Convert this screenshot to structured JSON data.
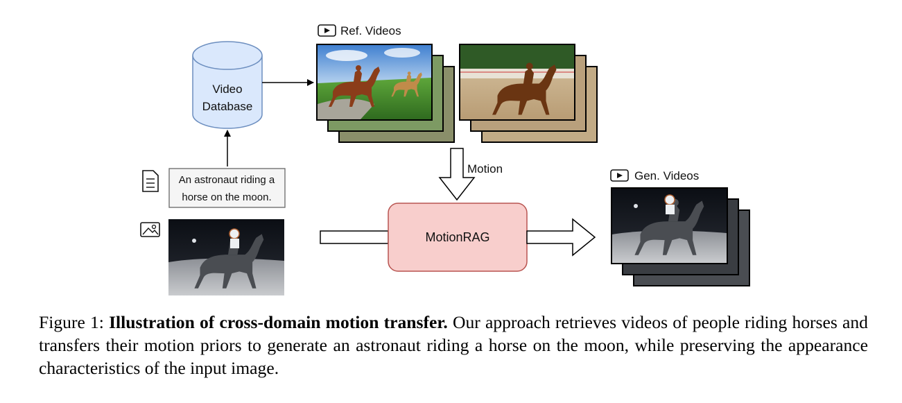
{
  "figure": {
    "database": {
      "line1": "Video",
      "line2": "Database"
    },
    "ref_videos_label": "Ref. Videos",
    "motion_label": "Motion",
    "prompt": {
      "line1": "An astronaut riding a",
      "line2": "horse on the moon."
    },
    "model_label": "MotionRAG",
    "gen_videos_label": "Gen. Videos",
    "icons": [
      "video-play-icon",
      "document-icon",
      "image-icon"
    ]
  },
  "caption": {
    "prefix": "Figure 1: ",
    "bold": "Illustration of cross-domain motion transfer.",
    "text": " Our approach retrieves videos of people riding horses and transfers their motion priors to generate an astronaut riding a horse on the moon, while preserving the appearance characteristics of the input image."
  }
}
